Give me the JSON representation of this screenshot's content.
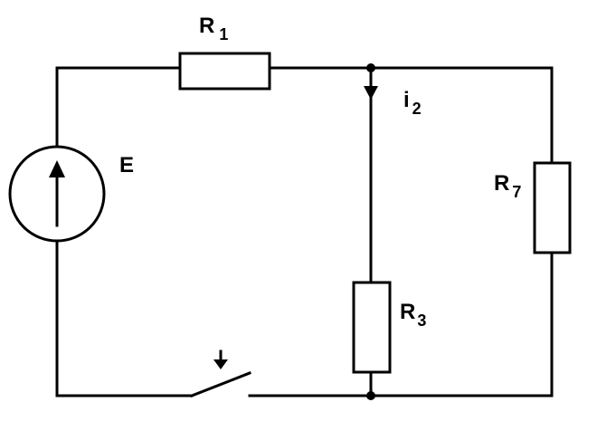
{
  "labels": {
    "r1": {
      "main": "R",
      "sub": "1"
    },
    "r3": {
      "main": "R",
      "sub": "3"
    },
    "r7": {
      "main": "R",
      "sub": "7"
    },
    "e": {
      "main": "E"
    },
    "i2": {
      "main": "i",
      "sub": "2"
    }
  }
}
